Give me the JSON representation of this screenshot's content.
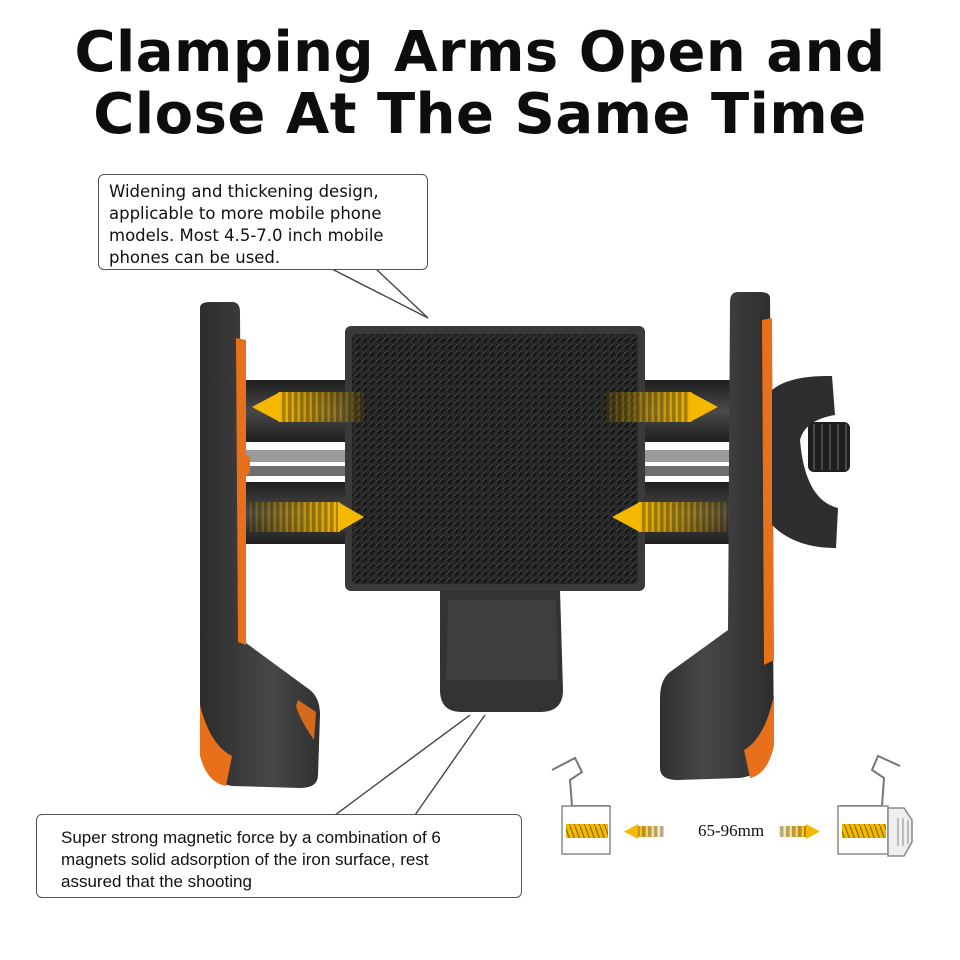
{
  "title": {
    "line1": "Clamping Arms Open and",
    "line2": "Close At The Same Time"
  },
  "callout_top": {
    "lines": [
      "Widening and thickening design,",
      "applicable to more mobile phone",
      "models. Most 4.5-7.0 inch mobile",
      "phones can be used."
    ]
  },
  "callout_bottom": {
    "lines": [
      "Super strong magnetic force by a combination of 6",
      "magnets solid adsorption of the iron surface, rest",
      "assured that the shooting"
    ]
  },
  "diagram": {
    "range_label": "65-96mm"
  },
  "colors": {
    "body_dark": "#3a3a3a",
    "accent_orange": "#e8701a",
    "arrow_yellow": "#f5b800",
    "text": "#111111"
  }
}
